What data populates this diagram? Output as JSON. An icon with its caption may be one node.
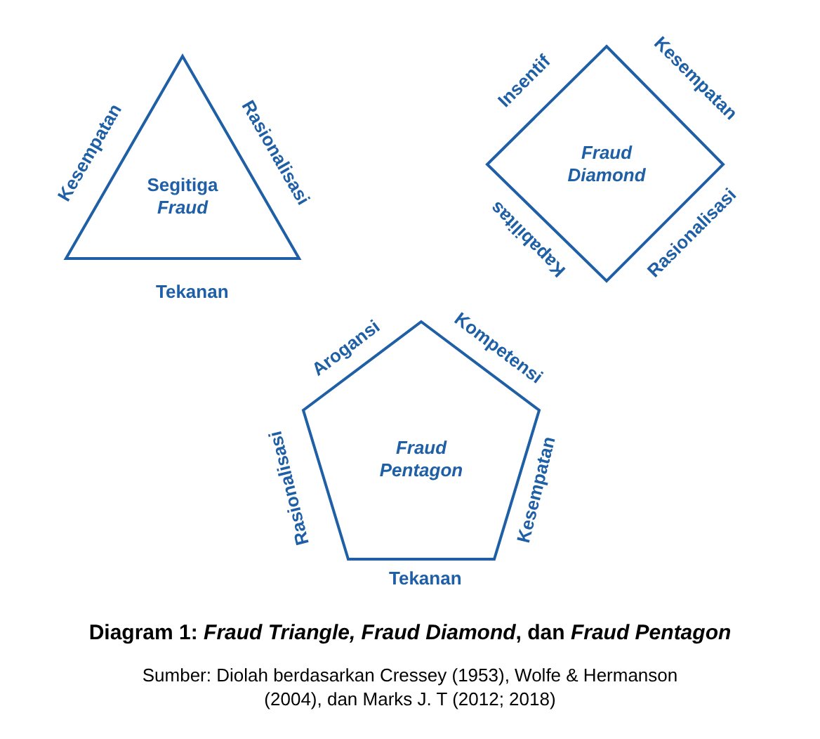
{
  "diagram": {
    "title": "Diagram 1: *Fraud Triangle, Fraud Diamond*, dan *Fraud Pentagon*",
    "caption": "Sumber: Diolah berdasarkan Cressey (1953), Wolfe & Hermanson (2004), dan Marks J. T (2012; 2018)",
    "nodes": [
      {
        "text": [
          "Segitiga *Fraud*"
        ],
        "beside": [
          "Kesempatan",
          "Rasionalisasi",
          "Tekanan"
        ]
      },
      {
        "text": [
          "Fraud Diamond"
        ],
        "beside": [
          "Insentif",
          "Kesempatan",
          "Kapabilitas",
          "Rasionalisasi"
        ]
      },
      {
        "text": [
          "Fraud Pentagon"
        ],
        "beside": [
          "Arogansi",
          "Kompetensi",
          "Rasionalisasi",
          "Kesempatan",
          "Tekanan"
        ]
      }
    ]
  }
}
